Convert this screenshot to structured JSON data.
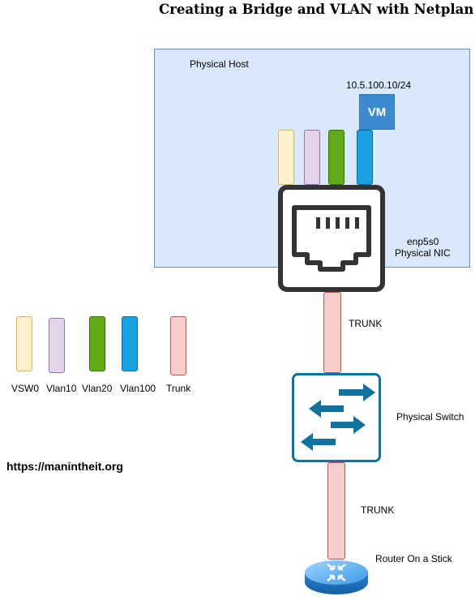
{
  "title": "Creating a Bridge and VLAN with Netplan",
  "host": {
    "label": "Physical Host",
    "ip": "10.5.100.10/24",
    "vm_label": "VM"
  },
  "nic": {
    "name": "enp5s0",
    "desc": "Physical NIC"
  },
  "trunk_label_top": "TRUNK",
  "trunk_label_bottom": "TRUNK",
  "switch_label": "Physical Switch",
  "router_label": "Router On a Stick",
  "url": "https://manintheit.org",
  "legend": [
    {
      "label": "VSW0",
      "fill": "#fff2cc",
      "stroke": "#d6b656"
    },
    {
      "label": "Vlan10",
      "fill": "#e1d5e7",
      "stroke": "#9673a6"
    },
    {
      "label": "Vlan20",
      "fill": "#60a917",
      "stroke": "#2d7600"
    },
    {
      "label": "Vlan100",
      "fill": "#1ba1e2",
      "stroke": "#006eaf"
    },
    {
      "label": "Trunk",
      "fill": "#f8cecc",
      "stroke": "#b85450"
    }
  ],
  "colors": {
    "host_fill": "#dae8fc",
    "host_stroke": "#6c8ebf",
    "switch_stroke": "#10739e",
    "nic_stroke": "#333333"
  },
  "icons": [
    "ethernet-port-icon",
    "network-switch-icon",
    "router-icon"
  ]
}
